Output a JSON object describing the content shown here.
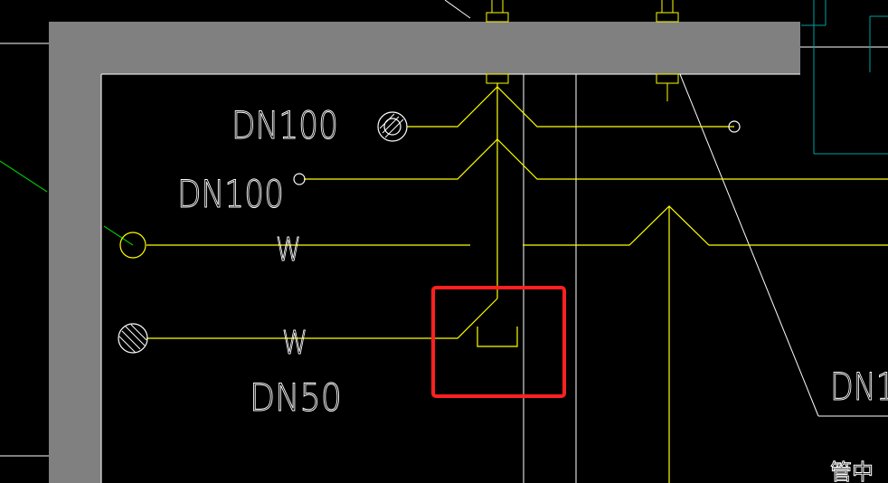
{
  "labels": {
    "dn100_upper": "DN100",
    "dn100_lower": "DN100",
    "w_upper": "W",
    "w_lower": "W",
    "dn50": "DN50",
    "dn1_partial": "DN1",
    "guan_zhong": "管中"
  },
  "colors": {
    "background": "#000000",
    "wall": "#808080",
    "pipe": "#ffff00",
    "line_white": "#ffffff",
    "line_green": "#00c000",
    "line_cyan": "#00a0a0",
    "highlight": "#ff2020"
  }
}
